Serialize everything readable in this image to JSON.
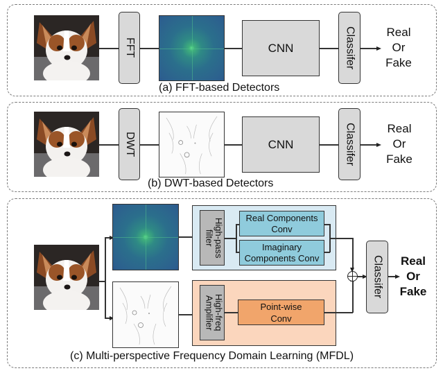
{
  "panels": [
    {
      "id": "a",
      "caption": "(a) FFT-based Detectors",
      "transform_label": "FFT",
      "backbone_label": "CNN",
      "classifier_label": "Classifer",
      "output_lines": [
        "Real",
        "Or",
        "Fake"
      ]
    },
    {
      "id": "b",
      "caption": "(b) DWT-based Detectors",
      "transform_label": "DWT",
      "backbone_label": "CNN",
      "classifier_label": "Classifer",
      "output_lines": [
        "Real",
        "Or",
        "Fake"
      ]
    },
    {
      "id": "c",
      "caption": "(c) Multi-perspective Frequency Domain Learning (MFDL)",
      "upper_branch": {
        "filter_label": "High-pass filter",
        "real_conv_label": "Real Components Conv",
        "imag_conv_label": "Imaginary Components Conv"
      },
      "lower_branch": {
        "amplifier_label": "High-freq Amplifier",
        "pointwise_conv_label": "Point-wise Conv"
      },
      "fusion_symbol": "⊕",
      "classifier_label": "Classifer",
      "output_lines": [
        "Real",
        "Or",
        "Fake"
      ]
    }
  ],
  "colors": {
    "box_grey": "#d9d9d9",
    "inner_grey": "#b8b8b8",
    "blue_panel": "#d9eaf3",
    "blue_conv": "#8fcbdc",
    "orange_panel": "#fbd6bd",
    "orange_conv": "#f1a56b",
    "fft_spectrum": "#2c5f8e",
    "dashed_border": "#7a7a7a"
  }
}
